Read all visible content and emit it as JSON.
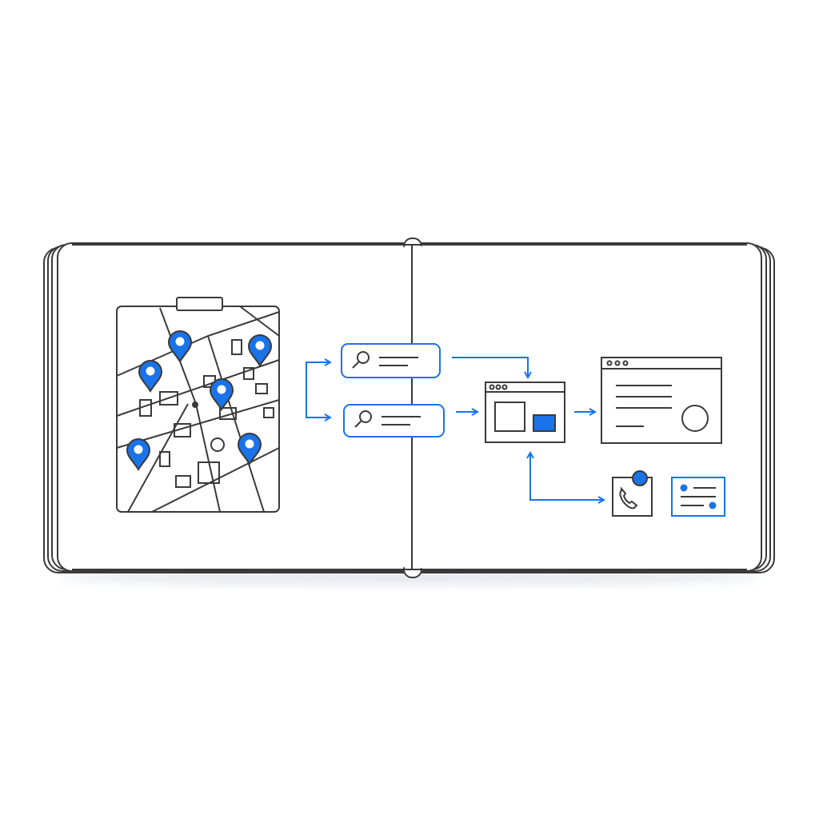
{
  "colors": {
    "background": "#ffffff",
    "line": "#3a3a3a",
    "accent": "#1a73e8"
  },
  "icons": [
    "book",
    "map",
    "location-pin",
    "search-bar",
    "browser-window",
    "phone-card",
    "contact-card",
    "arrow"
  ]
}
